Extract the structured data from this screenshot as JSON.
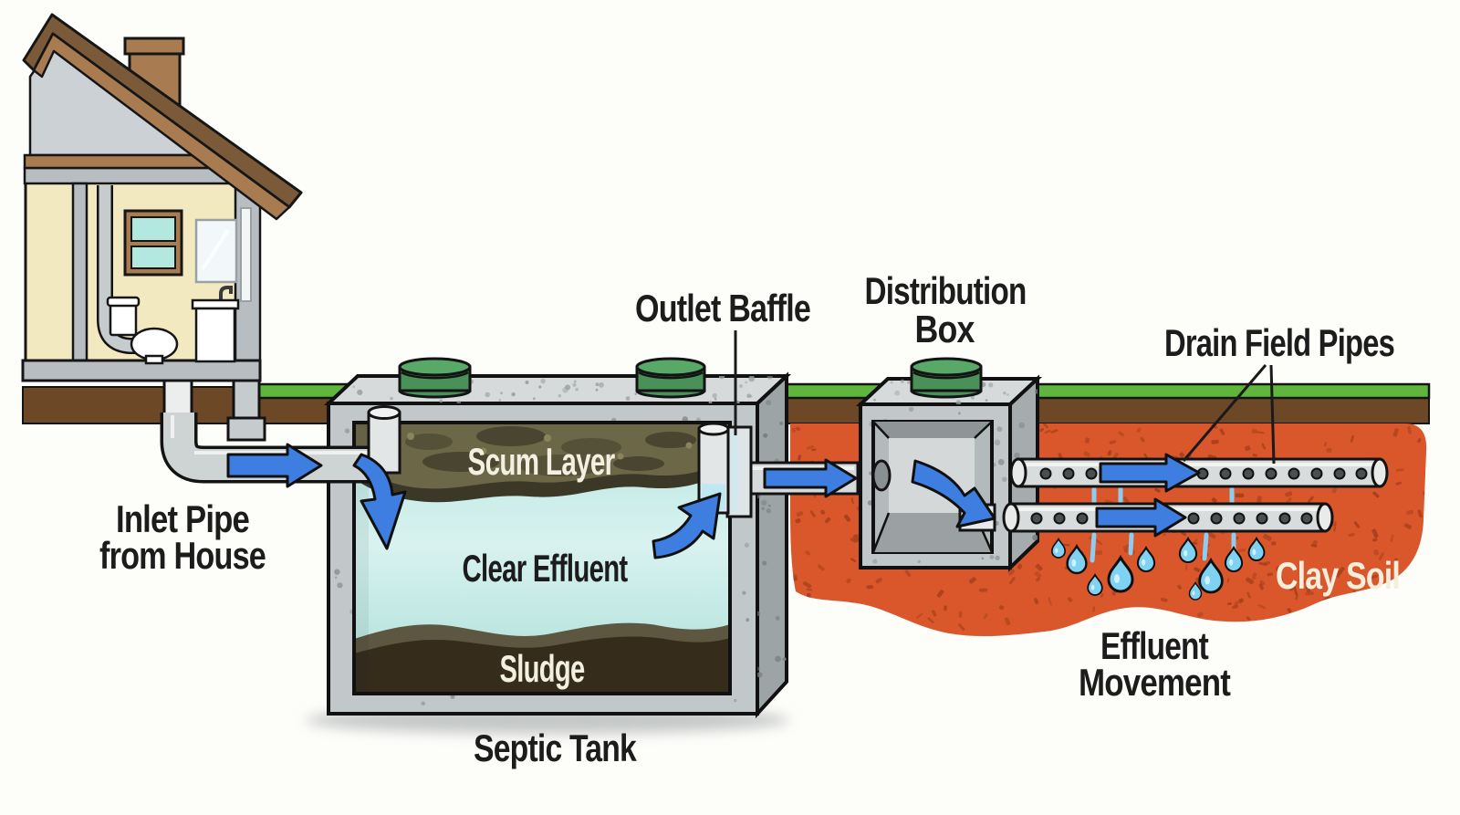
{
  "diagram": {
    "title_hint": "Septic system cutaway diagram",
    "labels": {
      "inlet_line1": "Inlet Pipe",
      "inlet_line2": "from House",
      "outlet_baffle": "Outlet Baffle",
      "distribution_line1": "Distribution",
      "distribution_line2": "Box",
      "drain_field_pipes": "Drain Field Pipes",
      "clay_soil": "Clay Soil",
      "effluent_line1": "Effluent",
      "effluent_line2": "Movement",
      "septic_tank": "Septic Tank",
      "scum_layer": "Scum Layer",
      "clear_effluent": "Clear Effluent",
      "sludge": "Sludge"
    },
    "colors": {
      "background": "#fdfdfa",
      "grass_green": "#5fb63c",
      "topsoil_brown": "#6d4827",
      "clay_soil_orange": "#d9572b",
      "clay_speckle": "#a63f1b",
      "concrete_front": "#c2c8c9",
      "concrete_top": "#d6dada",
      "concrete_side": "#9da4a5",
      "lid_green": "#4a9159",
      "pipe_gray": "#d6dadb",
      "arrow_blue": "#3e7ee0",
      "water_drop_blue": "#7fd2f2",
      "effluent_teal": "#c6ece8",
      "scum_olive": "#6c6747",
      "sludge_dark": "#352c1c",
      "house_wall_yellow": "#f3e9c1",
      "roof_gable_gray": "#ccd1d6",
      "roof_trim_dark": "#7a5a38",
      "roof_trim_light": "#a87c50",
      "window_glass": "#b3e8e1",
      "label_dark": "#1c1c1c",
      "label_light": "#f6eedd"
    }
  }
}
